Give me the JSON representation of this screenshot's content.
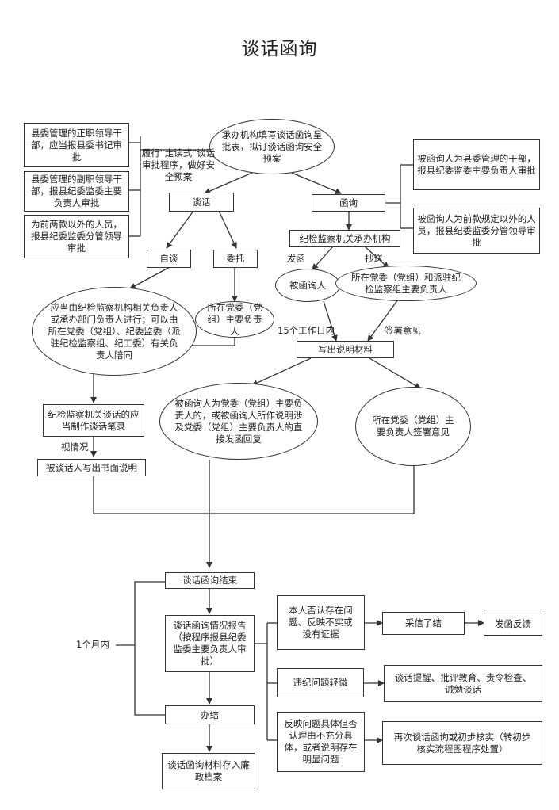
{
  "title": "谈话函询",
  "nodes": {
    "start": "承办机构填写谈话函询呈批表，拟订谈话函询安全预案",
    "left_a": "县委管理的正职领导干部，应当报县委书记审批",
    "left_b": "县委管理的副职领导干部，报县纪委监委主要负责人审批",
    "left_c": "为前两款以外的人员，报县纪委监委分管领导审批",
    "right_a": "被函询人为县委管理的干部，报县纪委监委主要负责人审批",
    "right_b": "被函询人为前款规定以外的人员，报县纪委监委分管领导审批",
    "talk": "谈话",
    "letter": "函询",
    "self_talk": "自谈",
    "entrust": "委托",
    "organ": "纪检监察机关承办机构",
    "recipient": "被函询人",
    "party_head": "所在党委（党组）和派驻纪检监察组主要负责人",
    "party_member": "所在党委（党组）主要负责人",
    "accompany": "应当由纪检监察机构相关负责人或承办部门负责人进行；可以由所在党委（党组）、纪委监委（派驻纪检监察组、纪工委）有关负责人陪同",
    "write_material": "写出说明材料",
    "record": "纪检监察机关谈话的应当制作谈话笔录",
    "written_note": "被谈话人写出书面说明",
    "direct_reply": "被函询人为党委（党组）主要负责人的，或被函询人所作说明涉及党委（党组）主要负责人的直接发函回复",
    "sign_opinion": "所在党委（党组）主要负责人签署意见",
    "end": "谈话函询结束",
    "report": "谈话函询情况报告（按程序报县纪委监委主要负责人审批）",
    "conclude": "办结",
    "archive": "谈话函询材料存入廉政档案",
    "deny": "本人否认存在问题、反映不实或没有证据",
    "accept": "采信了结",
    "feedback": "发函反馈",
    "minor": "违纪问题轻微",
    "minor_action": "谈话提醒、批评教育、责令检查、诫勉谈话",
    "specific": "反映问题具体但否认理由不充分具体，或者说明存在明显问题",
    "recheck": "再次谈话函询或初步核实（转初步核实流程图程序处置）"
  },
  "labels": {
    "read_first": "履行“走读式”谈话审批程序，做好安全预案",
    "send_letter": "发函",
    "copy_send": "抄送",
    "within_15": "15个工作日内",
    "sign_note": "签署意见",
    "as_needed": "视情况",
    "one_month": "1个月内"
  }
}
